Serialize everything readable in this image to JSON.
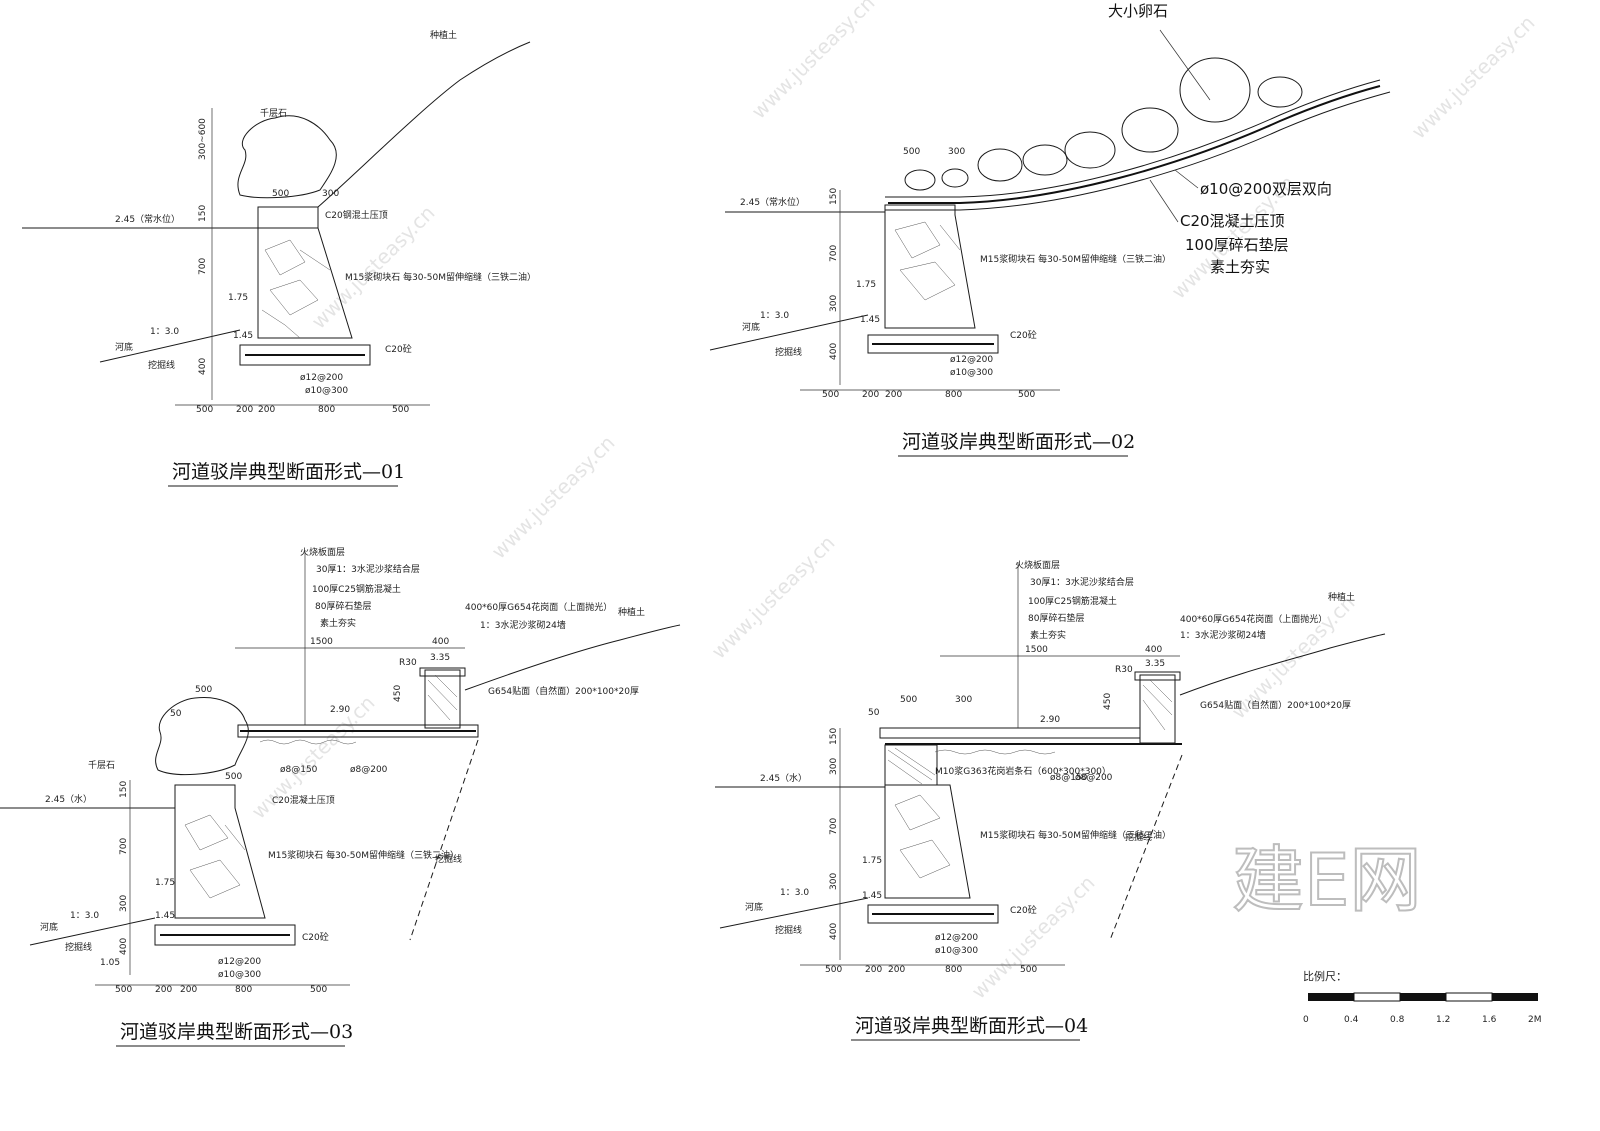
{
  "titles": {
    "s01": "河道驳岸典型断面形式—01",
    "s02": "河道驳岸典型断面形式—02",
    "s03": "河道驳岸典型断面形式—03",
    "s04": "河道驳岸典型断面形式—04"
  },
  "labels": {
    "plant_soil": "种植土",
    "rock_stone": "千层石",
    "big_rock": "大小卵石",
    "water_level": "2.45（常水位）",
    "water_level_2": "2.45（常水位）",
    "water_short": "2.45（水）",
    "c20_cap": "C20钢混土压顶",
    "c20_cap_03": "C20混凝土压顶",
    "m15_wall": "M15浆砌块石 每30-50M留伸缩缝（三铁二油）",
    "m15_wall_04": "M15浆砌块石 每30-50M留伸缩缝（三毡二油）",
    "c20_base": "C20砼",
    "river_bed": "河底",
    "slope": "1：3.0",
    "dig_line": "挖掘线",
    "rebar_12": "ø12@200",
    "rebar_10": "ø10@300",
    "rebar_8a": "ø8@150",
    "rebar_8b": "ø8@200",
    "rebar_double": "ø10@200双层双向",
    "c20_top": "C20混凝土压顶",
    "gravel_100": "100厚碎石垫层",
    "soil_compact": "素土夯实",
    "fire_stone": "火烧板面层",
    "mortar_30": "30厚1：3水泥沙浆结合层",
    "concrete_100": "100厚C25钢筋混凝土",
    "gravel_80": "80厚碎石垫层",
    "soil_compact_2": "素土夯实",
    "g654_top": "400*60厚G654花岗面（上面抛光）",
    "mortar_wall": "1：3水泥沙浆砌24墙",
    "g654_side": "G654贴面（自然面）200*100*20厚",
    "m10": "M10浆G363花岗岩条石（600*300*300）",
    "elev_345": "3.35",
    "elev_290": "2.90",
    "elev_175": "1.75",
    "elev_145": "1.45",
    "elev_105": "1.05",
    "r30": "R30",
    "dim_500": "500",
    "dim_300": "300",
    "dim_150": "150",
    "dim_700": "700",
    "dim_400": "400",
    "dim_200": "200",
    "dim_800": "800",
    "dim_1500": "1500",
    "dim_450": "450",
    "dim_50": "50",
    "dim_300600": "300~600"
  },
  "scale": {
    "title": "比例尺：",
    "ticks": [
      "0",
      "0.4",
      "0.8",
      "1.2",
      "1.6",
      "2M"
    ]
  },
  "watermark": {
    "url": "www.justeasy.cn",
    "brand": "建E网"
  },
  "colors": {
    "ink": "#111111",
    "watermark": "#cfcfcf"
  }
}
